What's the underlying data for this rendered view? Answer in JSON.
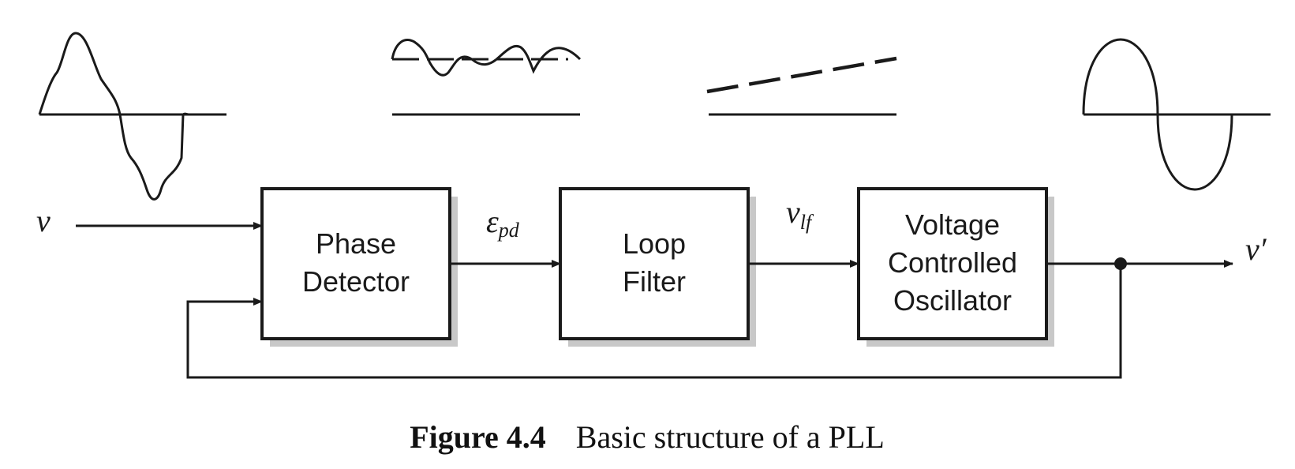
{
  "blocks": {
    "phase_detector": [
      "Phase",
      "Detector"
    ],
    "loop_filter": [
      "Loop",
      "Filter"
    ],
    "vco": [
      "Voltage",
      "Controlled",
      "Oscillator"
    ]
  },
  "signals": {
    "input": "v",
    "pd_out": "ε",
    "pd_out_sub": "pd",
    "lf_out": "v",
    "lf_out_sub": "lf",
    "output": "v′"
  },
  "caption": {
    "label": "Figure 4.4",
    "text": "Basic structure of a PLL"
  },
  "colors": {
    "line": "#1a1a1a",
    "shadow": "#c8c8c8"
  }
}
